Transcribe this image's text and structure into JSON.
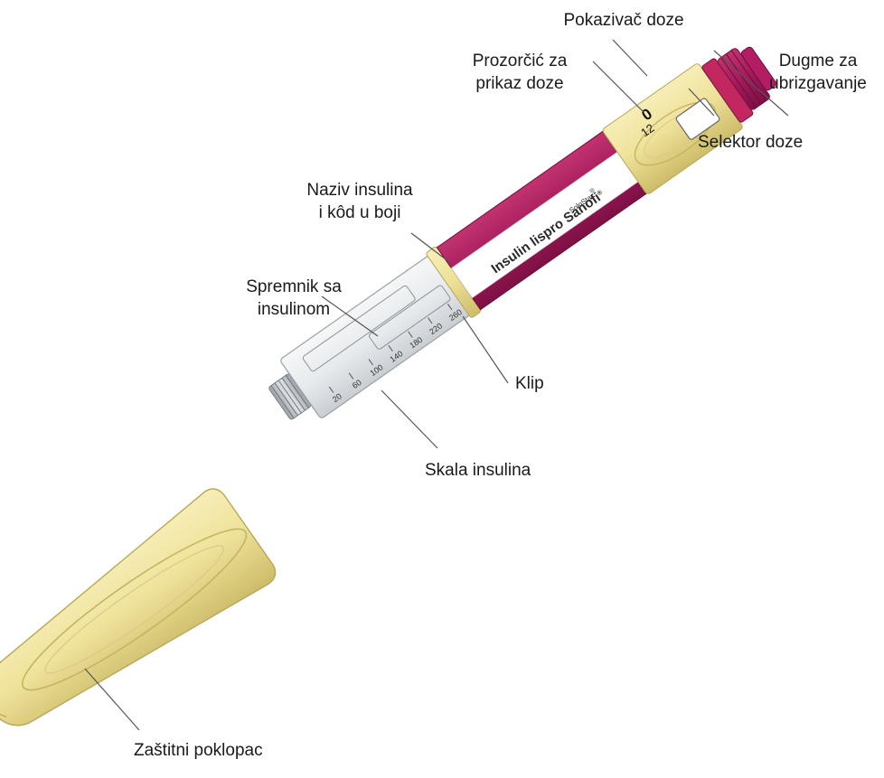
{
  "labels": {
    "dose_indicator": "Pokazivač doze",
    "dose_window": [
      "Prozorčić za",
      "prikaz doze"
    ],
    "injection_button": [
      "Dugme za",
      "ubrizgavanje"
    ],
    "dose_selector": "Selektor doze",
    "insulin_name_color": [
      "Naziv insulina",
      "i kôd u boji"
    ],
    "reservoir": [
      "Spremnik sa",
      "insulinom"
    ],
    "clip": "Klip",
    "insulin_scale": "Skala insulina",
    "protective_cap": "Zaštitni poklopac"
  },
  "pen_label": {
    "brand": "Insulin lispro Sanofi",
    "sub": "SoloStar",
    "reg": "®"
  },
  "dose_window_display": [
    "0",
    "12"
  ],
  "scale_ticks": [
    "20",
    "60",
    "100",
    "140",
    "180",
    "220",
    "260"
  ],
  "colors": {
    "pen_yellow": "#efe29a",
    "pen_yellow_dark": "#d2c36e",
    "brand_magenta": "#a3195b",
    "button_magenta": "#b31d63",
    "reservoir_gray": "#eceff2"
  }
}
